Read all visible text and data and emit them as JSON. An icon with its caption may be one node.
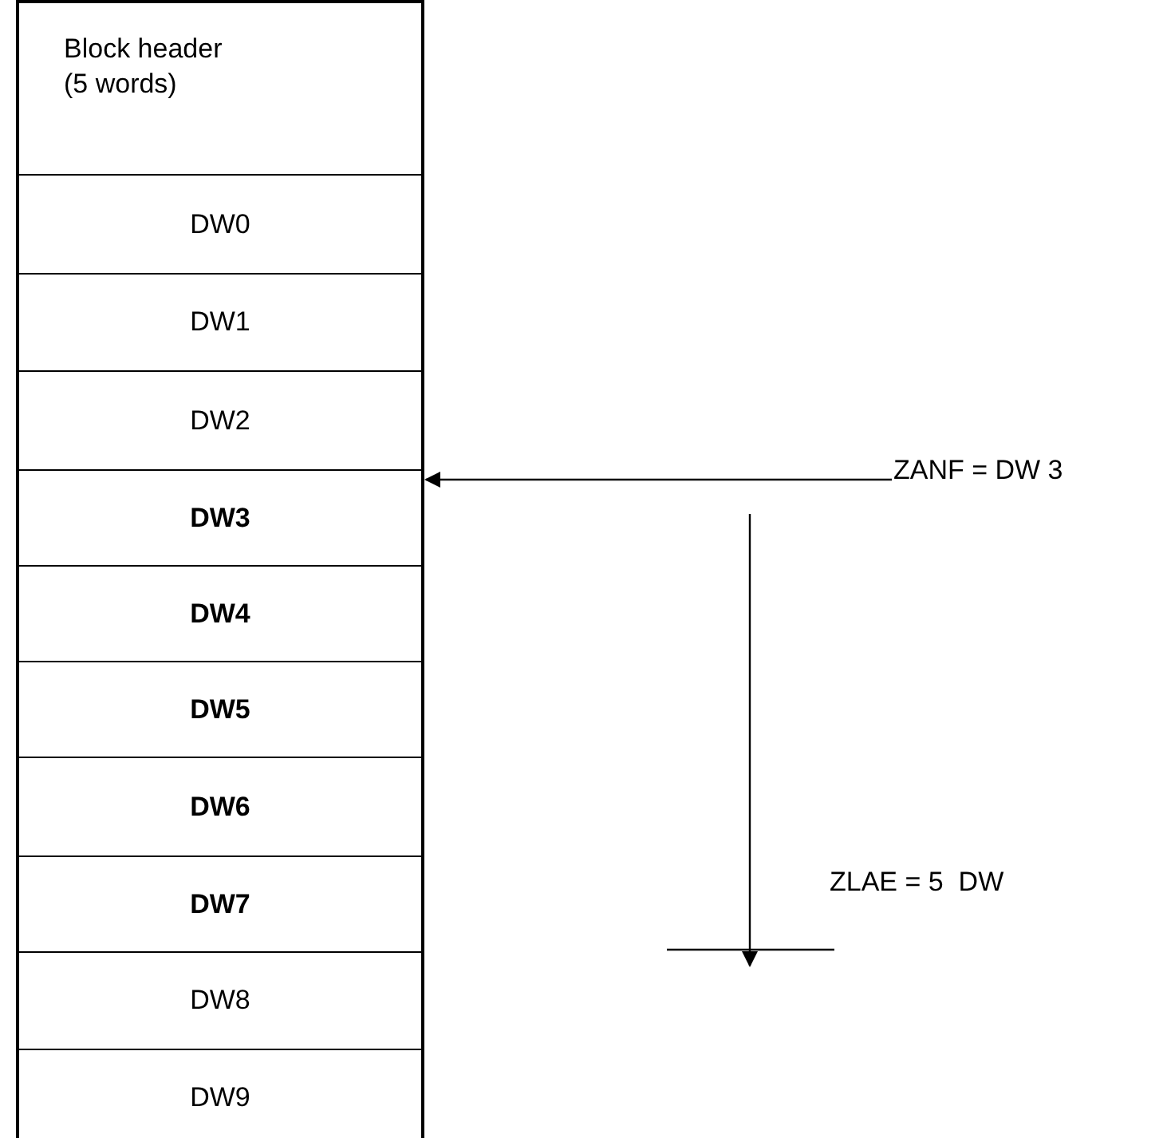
{
  "diagram": {
    "nodes": [
      {
        "text": [
          "Block header (5 words)"
        ]
      },
      {
        "text": [
          "DW0"
        ]
      },
      {
        "text": [
          "DW1"
        ]
      },
      {
        "text": [
          "DW2"
        ]
      },
      {
        "text": [
          "DW3"
        ]
      },
      {
        "text": [
          "DW4"
        ]
      },
      {
        "text": [
          "DW5"
        ]
      },
      {
        "text": [
          "DW6"
        ]
      },
      {
        "text": [
          "DW7"
        ]
      },
      {
        "text": [
          "DW8"
        ]
      },
      {
        "text": [
          "DW9"
        ]
      },
      {
        "text": [
          "ZANF = DW 3"
        ]
      }
    ],
    "edges": [
      {
        "from": 11,
        "to": 4,
        "arrow": "to"
      }
    ],
    "labels": [
      "ZLAE = 5  DW"
    ]
  }
}
